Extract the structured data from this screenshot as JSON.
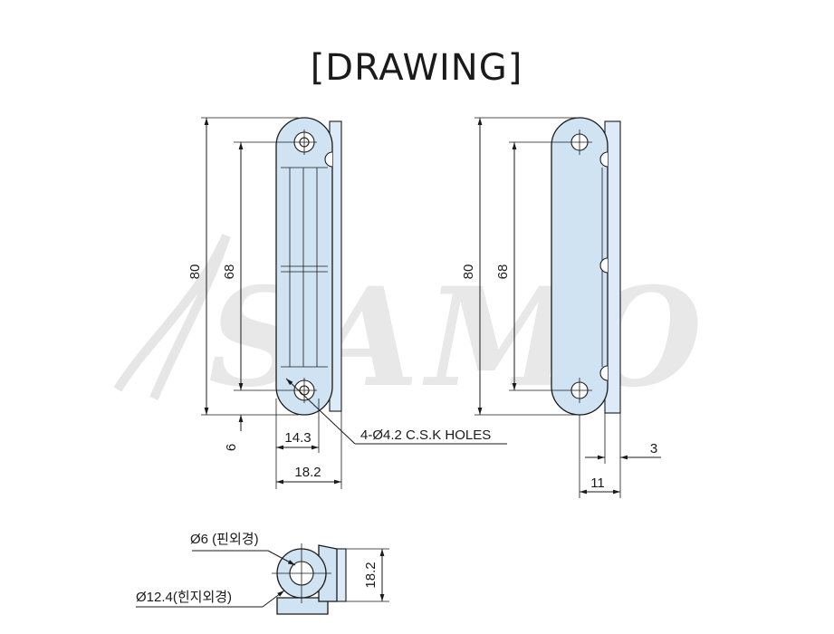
{
  "title": "[DRAWING]",
  "watermark": "SAMO",
  "front_view": {
    "dim_total_height": "80",
    "dim_hole_pitch": "68",
    "dim_edge_offset": "6",
    "dim_leaf_width": "14.3",
    "dim_total_width": "18.2",
    "holes_note": "4-Ø4.2 C.S.K HOLES"
  },
  "side_view": {
    "dim_total_height": "80",
    "dim_hole_pitch": "68",
    "dim_thickness": "3",
    "dim_depth": "11"
  },
  "top_view": {
    "pin_diameter": "Ø6 (핀외경)",
    "knuckle_diameter": "Ø12.4(힌지외경)",
    "dim_height": "18.2"
  },
  "colors": {
    "part_fill": "#cfe3f3",
    "line": "#1a1a1a",
    "watermark": "#e8e8e8"
  }
}
